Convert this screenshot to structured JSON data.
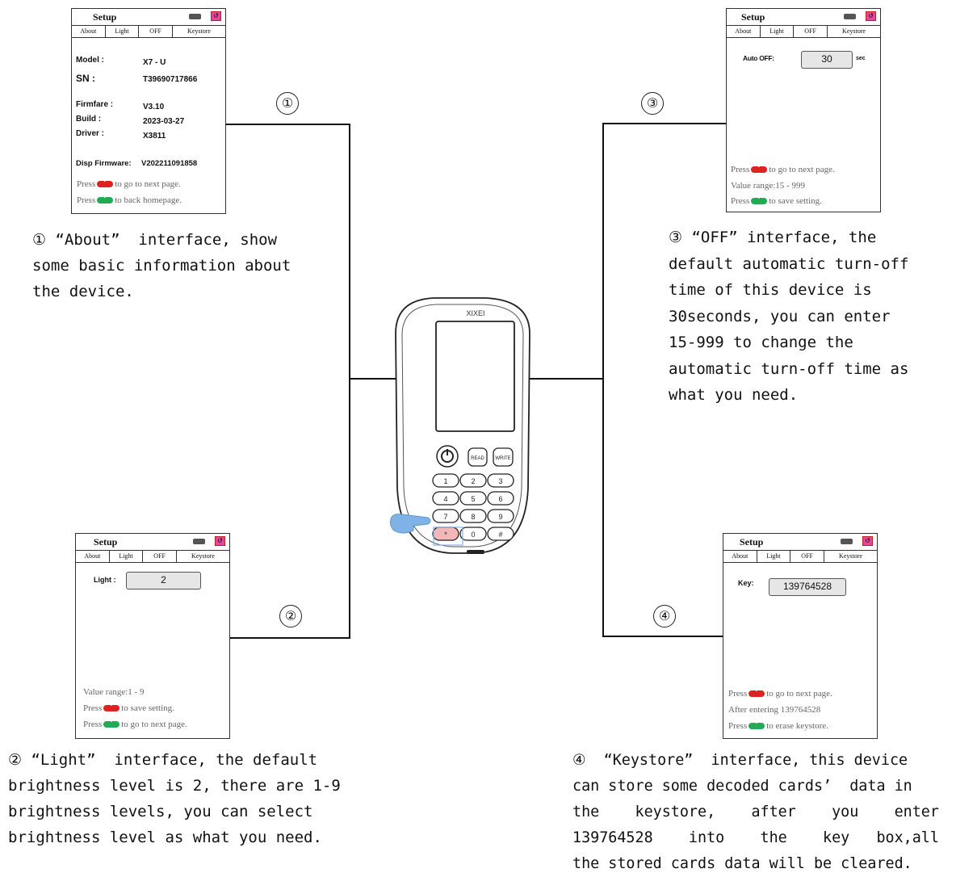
{
  "setup_title": "Setup",
  "exit_glyph": "↺",
  "tabs": [
    "About",
    "Light",
    "OFF",
    "Keystore"
  ],
  "about": {
    "model_label": "Model :",
    "model_value": "X7 - U",
    "sn_label": "SN :",
    "sn_value": "T39690717866",
    "firmware_label": "Firmfare :",
    "firmware_value": "V3.10",
    "build_label": "Build :",
    "build_value": "2023-03-27",
    "driver_label": "Driver :",
    "driver_value": "X3811",
    "disp_label": "Disp Firmware:",
    "disp_value": "V202211091858",
    "hint1_a": "Press",
    "hint1_b": "to go to next page.",
    "hint2_a": "Press",
    "hint2_b": "to back homepage."
  },
  "off": {
    "label": "Auto OFF:",
    "value": "30",
    "unit": "sec",
    "hint1_a": "Press",
    "hint1_b": "to go to next page.",
    "hint2": "Value range:15 - 999",
    "hint3_a": "Press",
    "hint3_b": "to save setting."
  },
  "light": {
    "label": "Light :",
    "value": "2",
    "hint1": "Value range:1 - 9",
    "hint2_a": "Press",
    "hint2_b": "to save setting.",
    "hint3_a": "Press",
    "hint3_b": "to go to next page."
  },
  "keystore": {
    "label": "Key:",
    "value": "139764528",
    "hint1_a": "Press",
    "hint1_b": "to go to next page.",
    "hint2": "After entering 139764528",
    "hint3_a": "Press",
    "hint3_b": "to erase keystore."
  },
  "device": {
    "brand": "XIXEI",
    "read_key": "READ",
    "write_key": "WRITE",
    "keys": [
      "1",
      "2",
      "3",
      "4",
      "5",
      "6",
      "7",
      "8",
      "9",
      "*",
      "0",
      "#"
    ]
  },
  "markers": [
    "①",
    "②",
    "③",
    "④"
  ],
  "captions": {
    "c1": "① “About”  interface, show\nsome basic information about\nthe device.",
    "c2": "② “Light”  interface, the default\nbrightness level is 2, there are 1-9\nbrightness levels, you can select\nbrightness level as what you need.",
    "c3": "③ “OFF” interface, the\ndefault automatic turn-off\ntime of this device is\n30seconds, you can enter\n15-999 to change the\nautomatic turn-off time as\nwhat you need.",
    "c4": "④  “Keystore”  interface, this device\ncan store some decoded cards’  data in\nthe    keystore,    after    you    enter\n139764528    into    the    key   box,all\nthe stored cards data will be cleared."
  }
}
